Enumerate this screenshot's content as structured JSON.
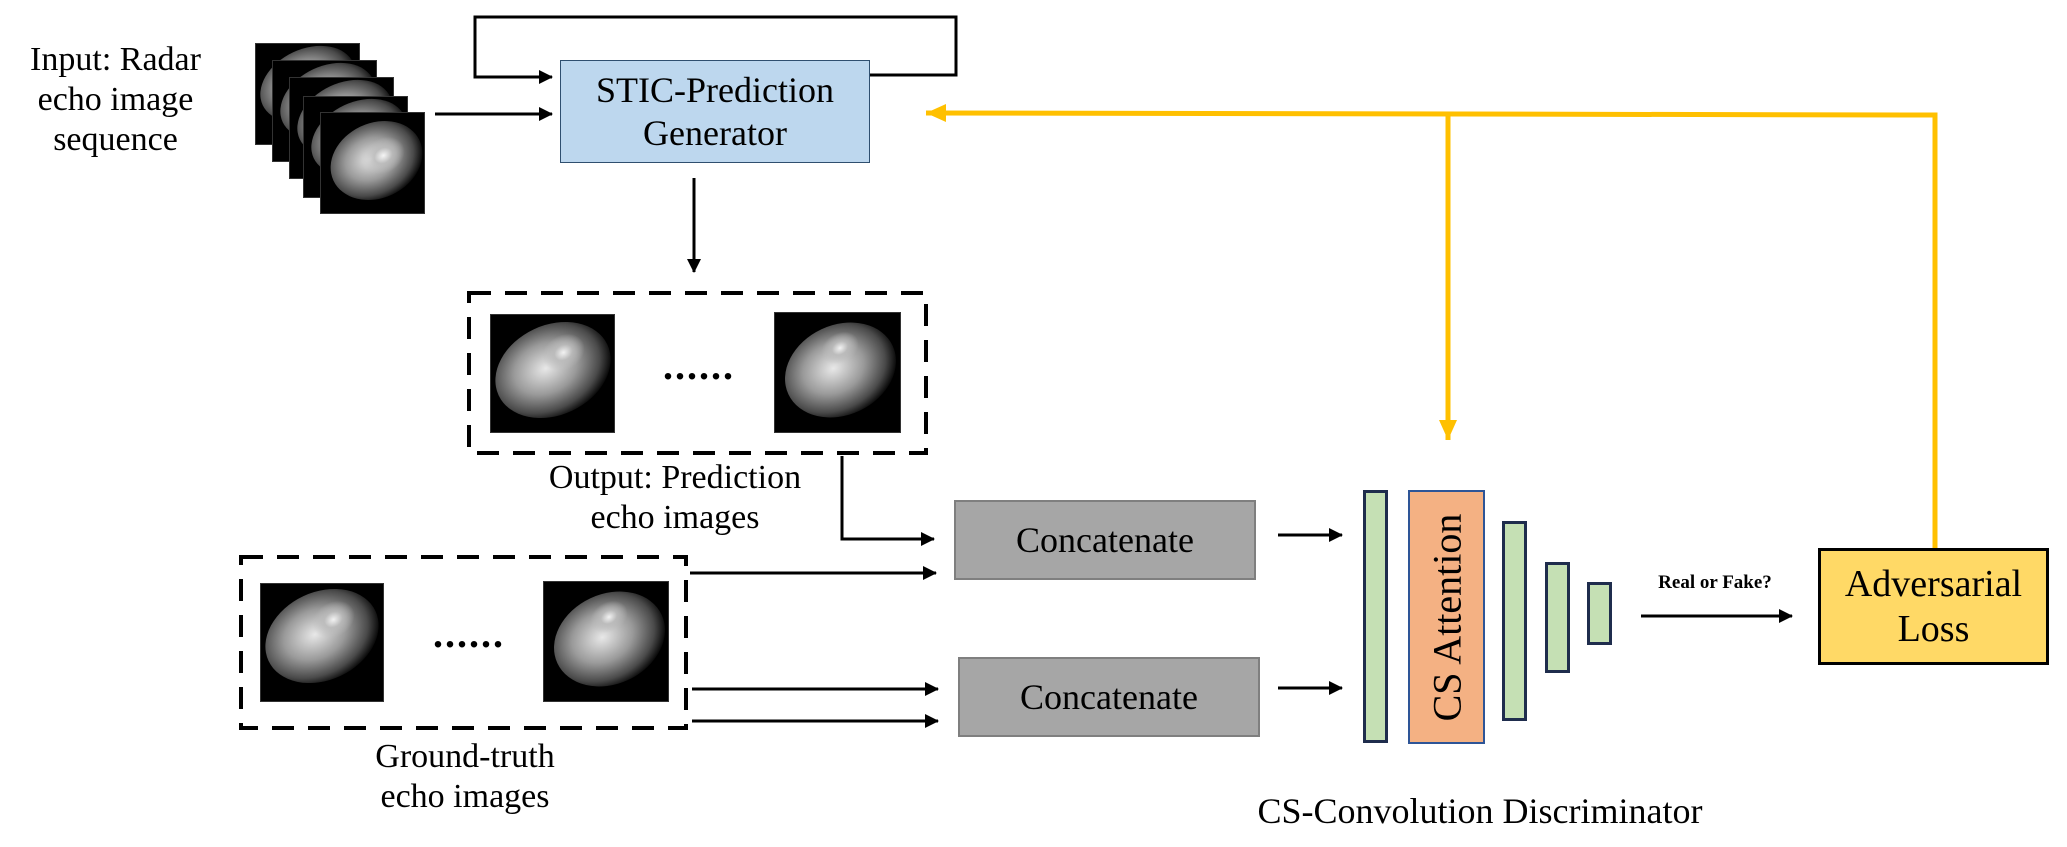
{
  "input": {
    "label_line1": "Input: Radar",
    "label_line2": "echo image",
    "label_line3": "sequence",
    "frame_count": 5
  },
  "generator": {
    "line1": "STIC-Prediction",
    "line2": "Generator"
  },
  "output": {
    "label_line1": "Output: Prediction",
    "label_line2": "echo images",
    "ellipsis": "......"
  },
  "ground_truth": {
    "label_line1": "Ground-truth",
    "label_line2": "echo images",
    "ellipsis": "......"
  },
  "concat": [
    {
      "label": "Concatenate"
    },
    {
      "label": "Concatenate"
    }
  ],
  "discriminator": {
    "attention_label": "CS Attention",
    "caption": "CS-Convolution Discriminator",
    "decision_label": "Real or Fake?"
  },
  "loss": {
    "line1": "Adversarial",
    "line2": "Loss"
  },
  "colors": {
    "generator_fill": "#bdd7ee",
    "concat_fill": "#a6a6a6",
    "conv_layer_fill": "#c5e0b4",
    "attention_fill": "#f4b183",
    "loss_fill": "#ffd966",
    "feedback_arrow": "#ffc000",
    "flow_arrow": "#000000"
  }
}
